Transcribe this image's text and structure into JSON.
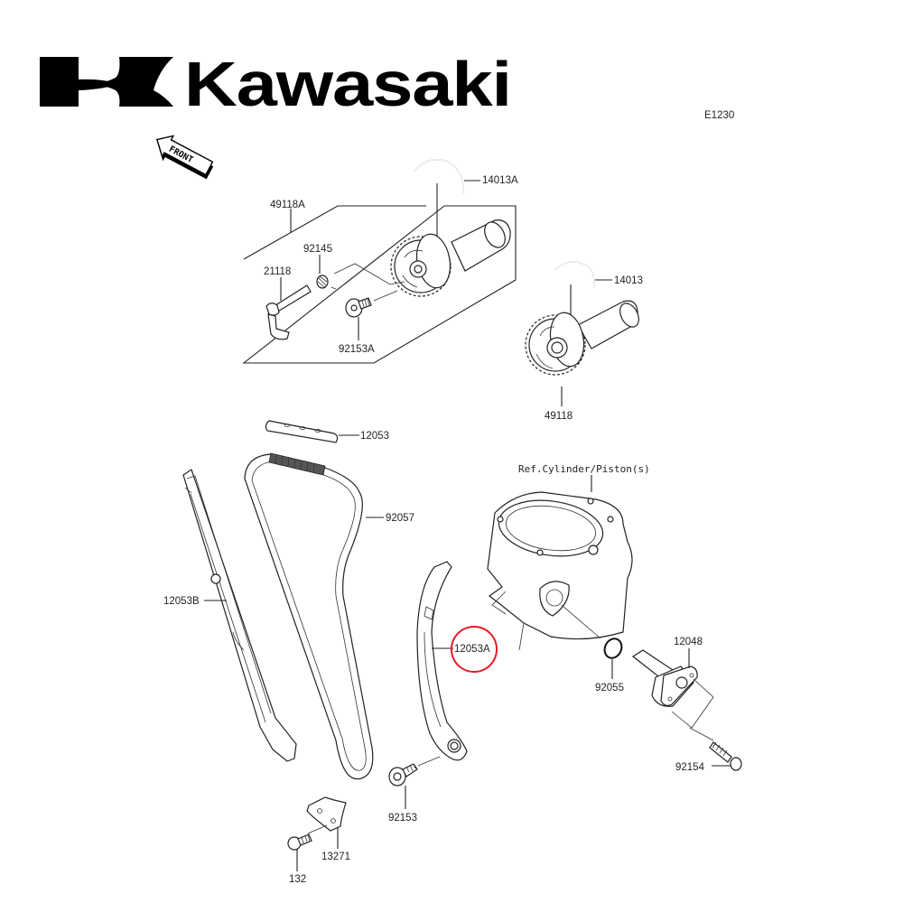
{
  "brand": {
    "name": "Kawasaki",
    "logo_icon": "kawasaki-river-mark-icon"
  },
  "diagram_code": "E1230",
  "front_indicator": {
    "label": "FRONT",
    "icon": "arrow-left-icon"
  },
  "highlight": {
    "part_number": "12053A",
    "color": "#e31b23",
    "shape": "circle"
  },
  "parts": [
    {
      "id": "14013A",
      "label": "14013A"
    },
    {
      "id": "49118A",
      "label": "49118A"
    },
    {
      "id": "92145",
      "label": "92145"
    },
    {
      "id": "21118",
      "label": "21118"
    },
    {
      "id": "92153A",
      "label": "92153A"
    },
    {
      "id": "14013",
      "label": "14013"
    },
    {
      "id": "49118",
      "label": "49118"
    },
    {
      "id": "12053",
      "label": "12053"
    },
    {
      "id": "92057",
      "label": "92057"
    },
    {
      "id": "12053B",
      "label": "12053B"
    },
    {
      "id": "12053A",
      "label": "12053A"
    },
    {
      "id": "92055",
      "label": "92055"
    },
    {
      "id": "12048",
      "label": "12048"
    },
    {
      "id": "92154",
      "label": "92154"
    },
    {
      "id": "92153",
      "label": "92153"
    },
    {
      "id": "13271",
      "label": "13271"
    },
    {
      "id": "132",
      "label": "132"
    }
  ],
  "reference": {
    "label": "Ref.Cylinder/Piston(s)"
  }
}
